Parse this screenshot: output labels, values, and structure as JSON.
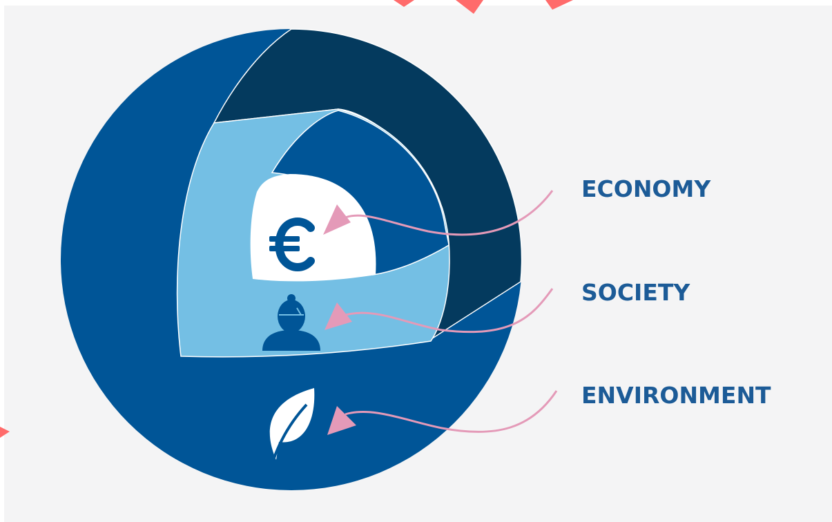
{
  "labels": {
    "economy": "ECONOMY",
    "society": "SOCIETY",
    "environment": "ENVIRONMENT"
  },
  "colors": {
    "background": "#f4f4f5",
    "environment_fill": "#005597",
    "economy_ring_fill": "#043a5e",
    "society_fill": "#74bfe4",
    "economy_inner_fill": "#005597",
    "center_fill": "#ffffff",
    "arrow": "#e49ab8",
    "label_text": "#1c5b97",
    "decor_red": "#ff6b6b"
  },
  "icons": {
    "economy": "euro-icon",
    "society": "person-icon",
    "environment": "leaf-icon"
  }
}
